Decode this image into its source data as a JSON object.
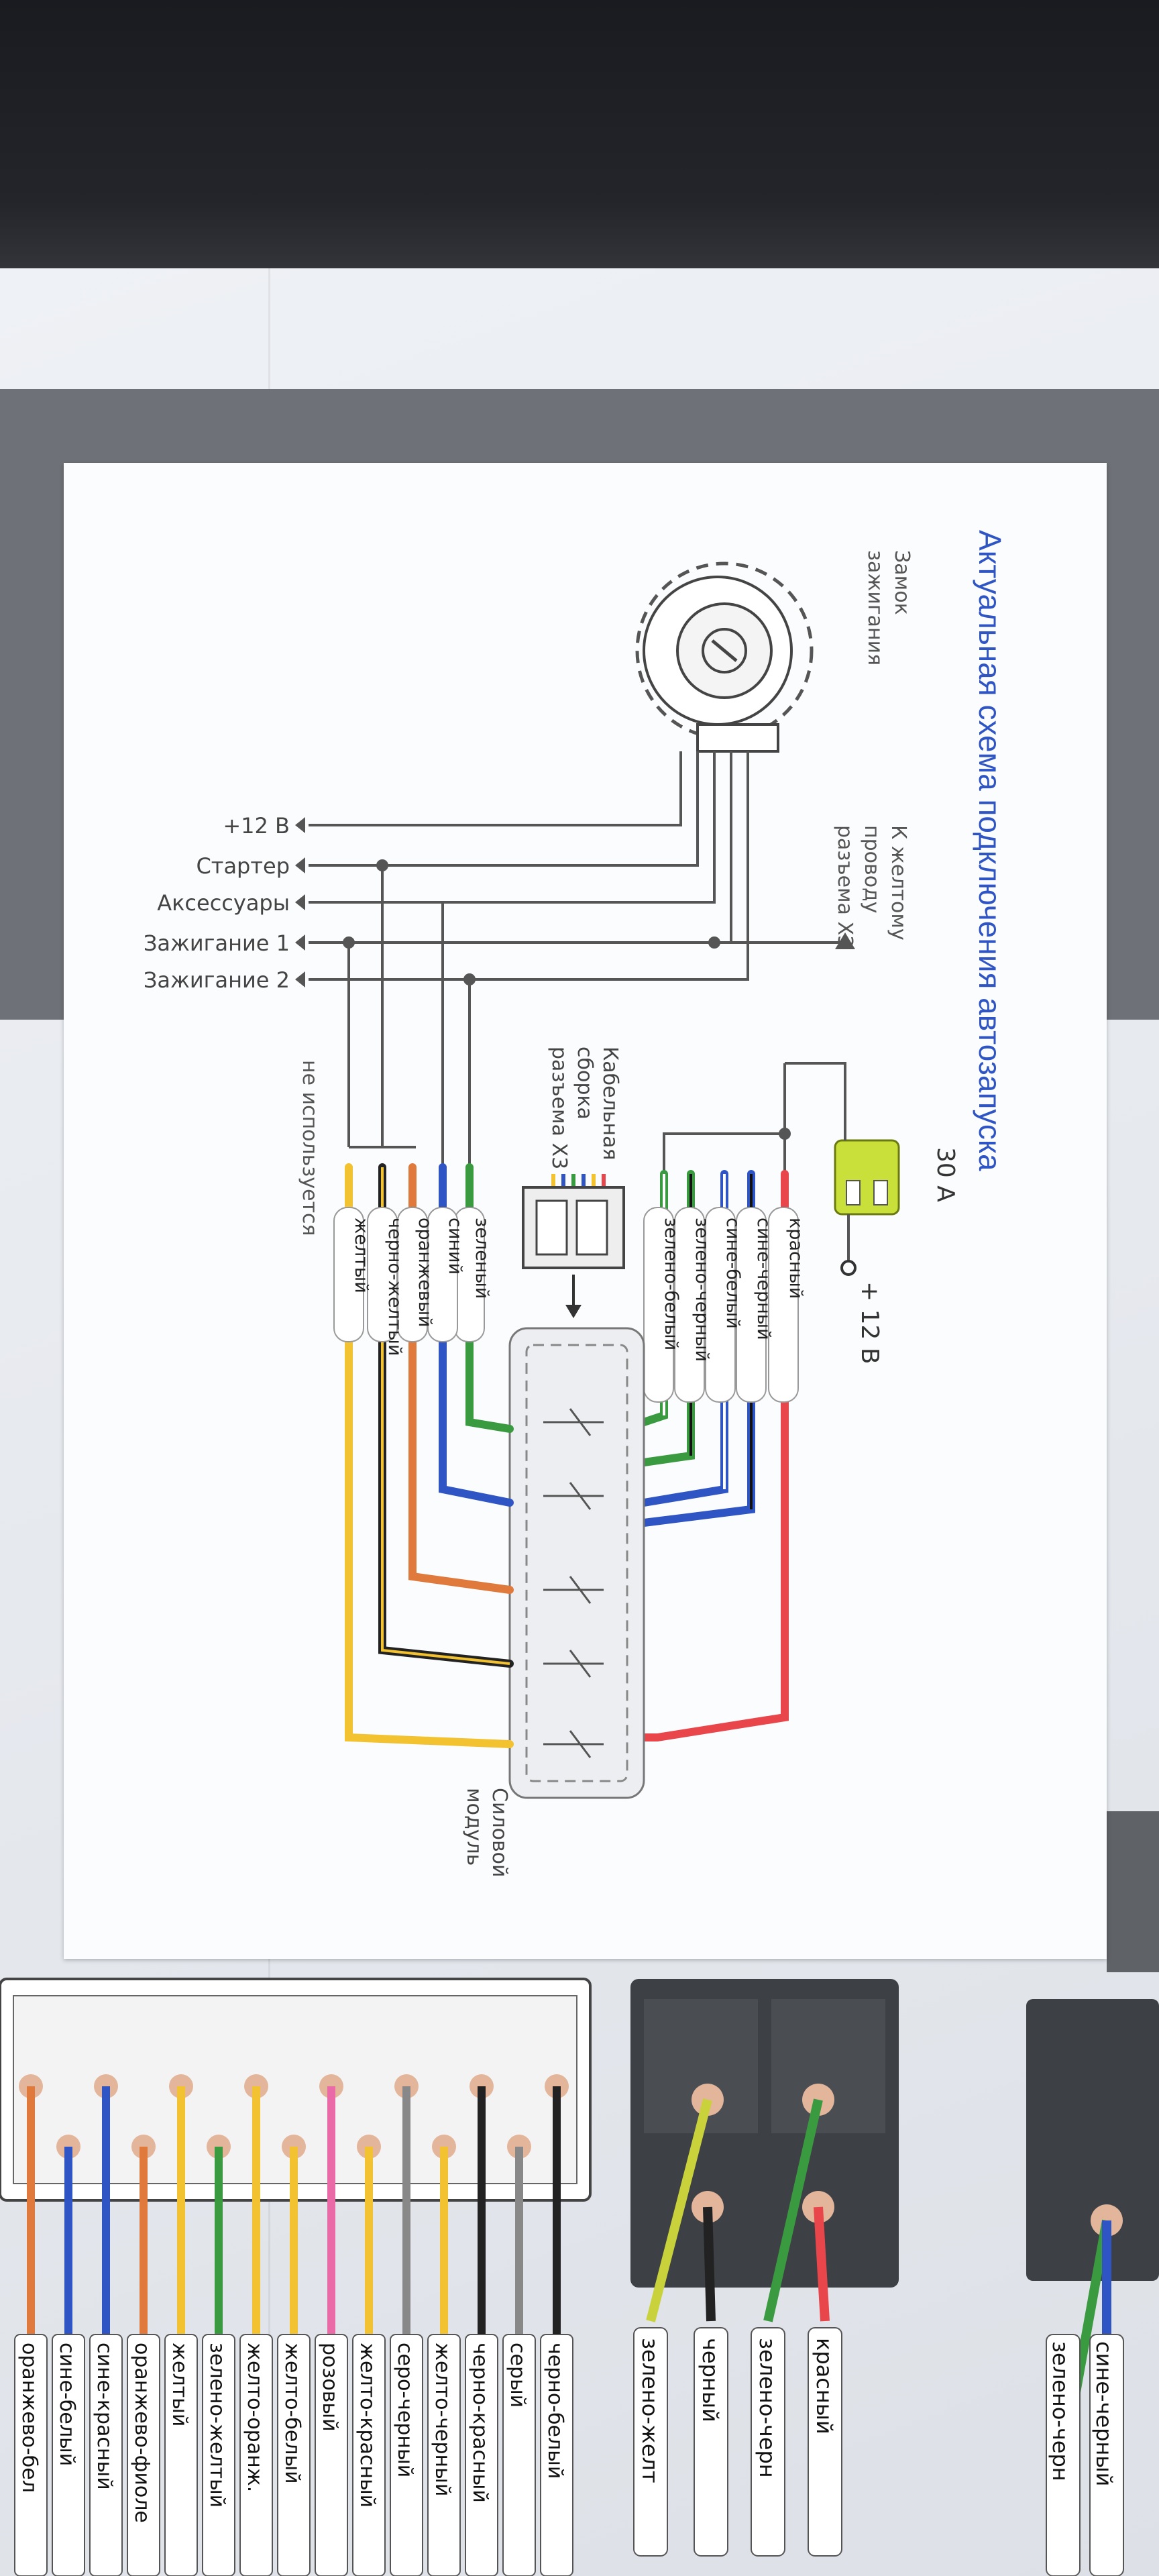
{
  "title": "Актуальная схема подключения автозапуска",
  "ignition_lock": {
    "label_line1": "Замок",
    "label_line2": "зажигания"
  },
  "outputs": [
    "+12 В",
    "Стартер",
    "Аксессуары",
    "Зажигание 1",
    "Зажигание 2"
  ],
  "x3_yellow_note": {
    "line1": "К желтому",
    "line2": "проводу",
    "line3": "разъема X3"
  },
  "fuse": {
    "rating": "30 A",
    "supply": "+ 12 В"
  },
  "x3_assembly": {
    "line1": "Кабельная",
    "line2": "сборка",
    "line3": "разъема X3"
  },
  "power_module": {
    "line1": "Силовой",
    "line2": "модуль"
  },
  "not_used": "не используется",
  "right_wires": [
    "красный",
    "сине-черный",
    "сине-белый",
    "зелено-черный",
    "зелено-белый"
  ],
  "left_wires": [
    "зеленый",
    "синий",
    "оранжевый",
    "черно-желтый",
    "желтый"
  ],
  "bottom_connector_a": [
    "сине-черный",
    "зелено-черн"
  ],
  "bottom_connector_b": [
    "красный",
    "зелено-черн",
    "черный",
    "зелено-желт"
  ],
  "bottom_connector_c": [
    "черно-белый",
    "серый",
    "черно-красный",
    "желто-черный",
    "серо-черный",
    "желто-красный",
    "розовый",
    "желто-белый",
    "желто-оранж.",
    "зелено-желтый",
    "желтый",
    "оранжево-фиоле",
    "сине-красный",
    "сине-белый",
    "оранжево-бел"
  ],
  "colors": {
    "red": "#e8464a",
    "blue": "#2f55c4",
    "green": "#3a9a3f",
    "orange": "#e07a3c",
    "yellow": "#f2c230",
    "black": "#222222",
    "text_blue": "#2f55c4"
  }
}
